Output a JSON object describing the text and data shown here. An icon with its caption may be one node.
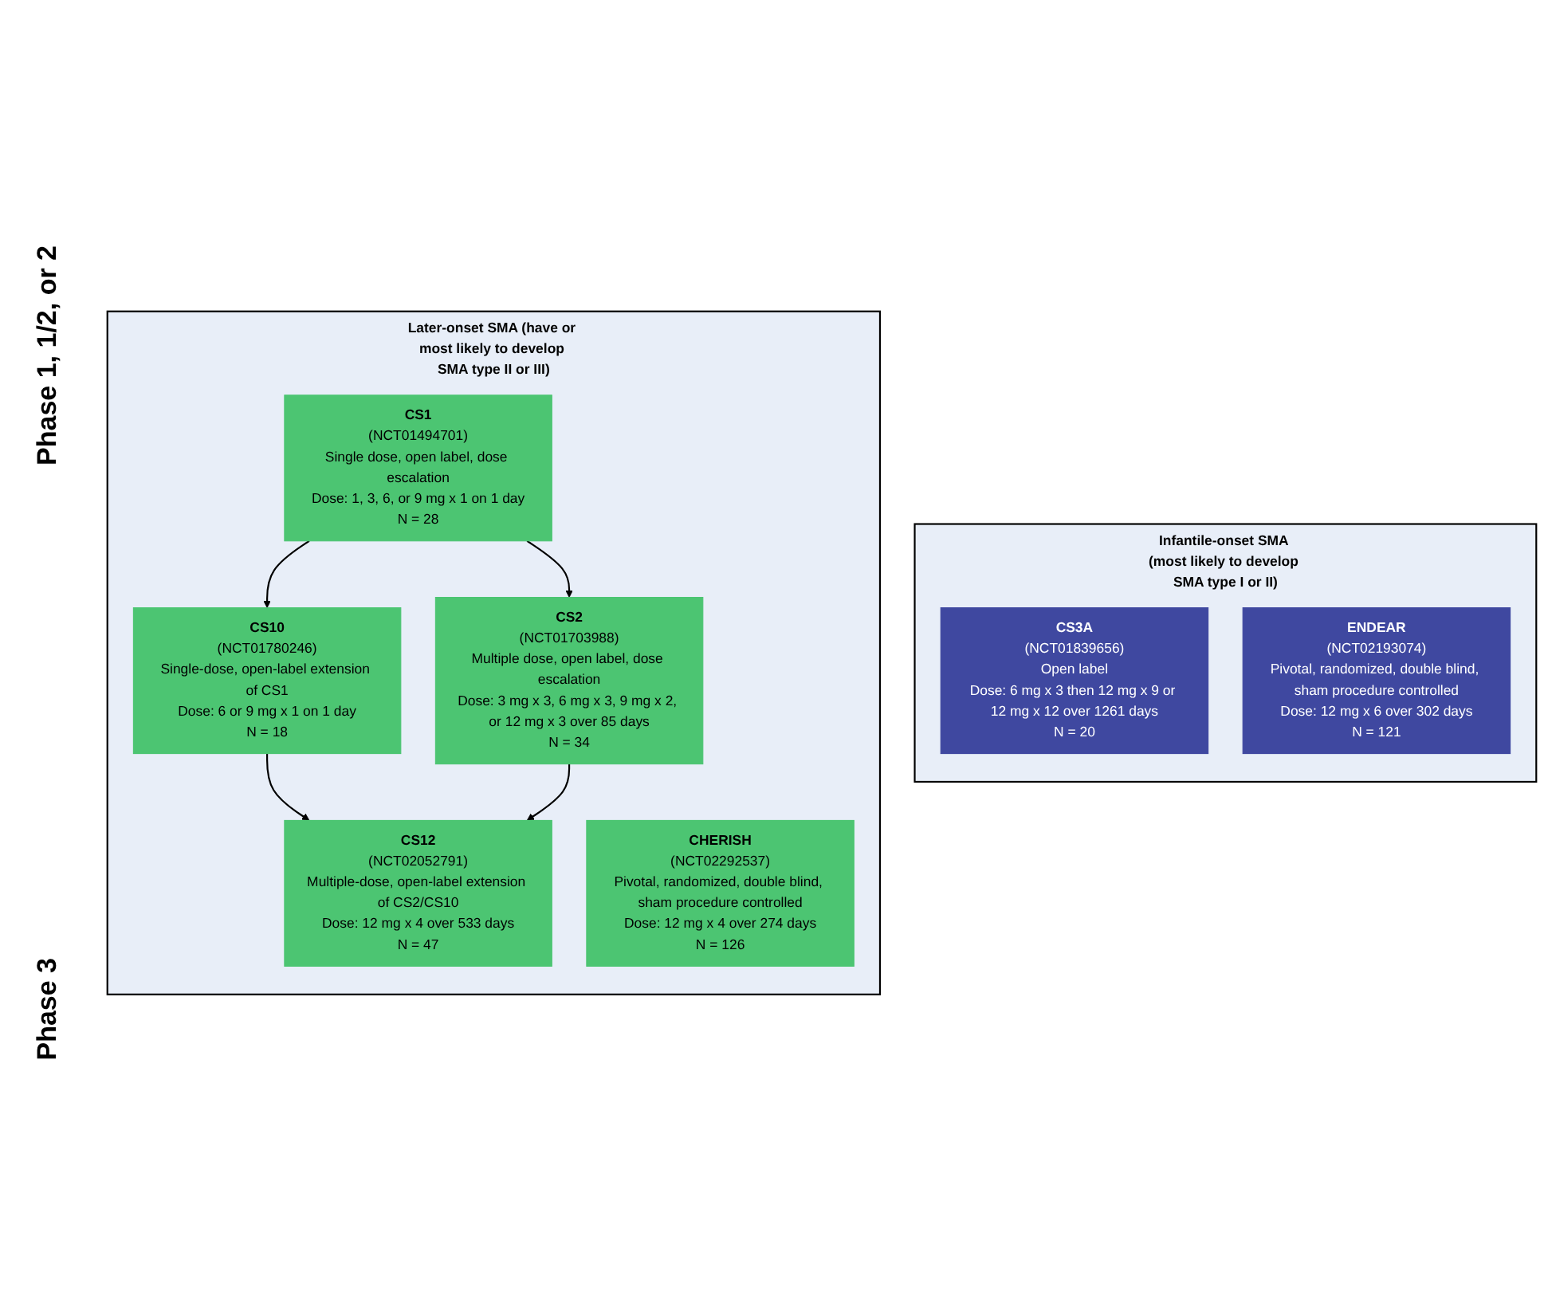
{
  "diagram": {
    "nodes": [
      {
        "text": [
          "Infantile-onset SMA (most likely to develop SMA type I or II)"
        ]
      },
      {
        "text": [
          "CS3A",
          "(NCT01839656)",
          "Open label",
          "Dose: 6 mg x 3 then 12 mg x 9 or 12 mg x 12 over 1261 days",
          "N = 20"
        ],
        "in": 0
      },
      {
        "text": [
          "ENDEAR",
          "(NCT02193074)",
          "Pivotal, randomized, double blind, sham procedure controlled",
          "Dose: 12 mg x 6 over 302 days",
          "N = 121"
        ],
        "in": 0
      },
      {
        "text": [
          "Later-onset SMA (have or most likely to develop SMA type II or III)"
        ]
      },
      {
        "text": [
          "CS1",
          "(NCT01494701)",
          "Single dose, open label, dose escalation",
          "Dose: 1, 3, 6, or 9 mg x 1 on 1 day",
          "N = 28"
        ],
        "in": 3
      },
      {
        "text": [
          "CS10",
          "(NCT01780246)",
          "Single-dose, open-label extension of CS1",
          "Dose: 6 or 9 mg x 1 on 1 day",
          "N = 18"
        ],
        "in": 3
      },
      {
        "text": [
          "CS2",
          "(NCT01703988)",
          "Multiple dose, open label, dose escalation",
          "Dose: 3 mg x 3, 6 mg x 3, 9 mg x 2, or 12 mg x 3 over 85 days",
          "N = 34"
        ],
        "in": 3
      },
      {
        "text": [
          "CS12",
          "(NCT02052791)",
          "Multiple-dose, open-label extension of CS2/CS10",
          "Dose: 12 mg x 4 over 533 days",
          "N = 47"
        ],
        "in": 3
      },
      {
        "text": [
          "CHERISH",
          "(NCT02292537)",
          "Pivotal, randomized, double blind, sham procedure controlled",
          "Dose: 12 mg x 4 over 274 days",
          "N = 126"
        ],
        "in": 3
      }
    ],
    "edges": [
      {
        "from": 4,
        "to": 5,
        "arrow": "to"
      },
      {
        "from": 4,
        "to": 6,
        "arrow": "to"
      },
      {
        "from": 5,
        "to": 7,
        "arrow": "to"
      },
      {
        "from": 6,
        "to": 7,
        "arrow": "to"
      }
    ],
    "labels": [
      "Phase 1, 1/2, or 2",
      "Phase 3"
    ]
  }
}
